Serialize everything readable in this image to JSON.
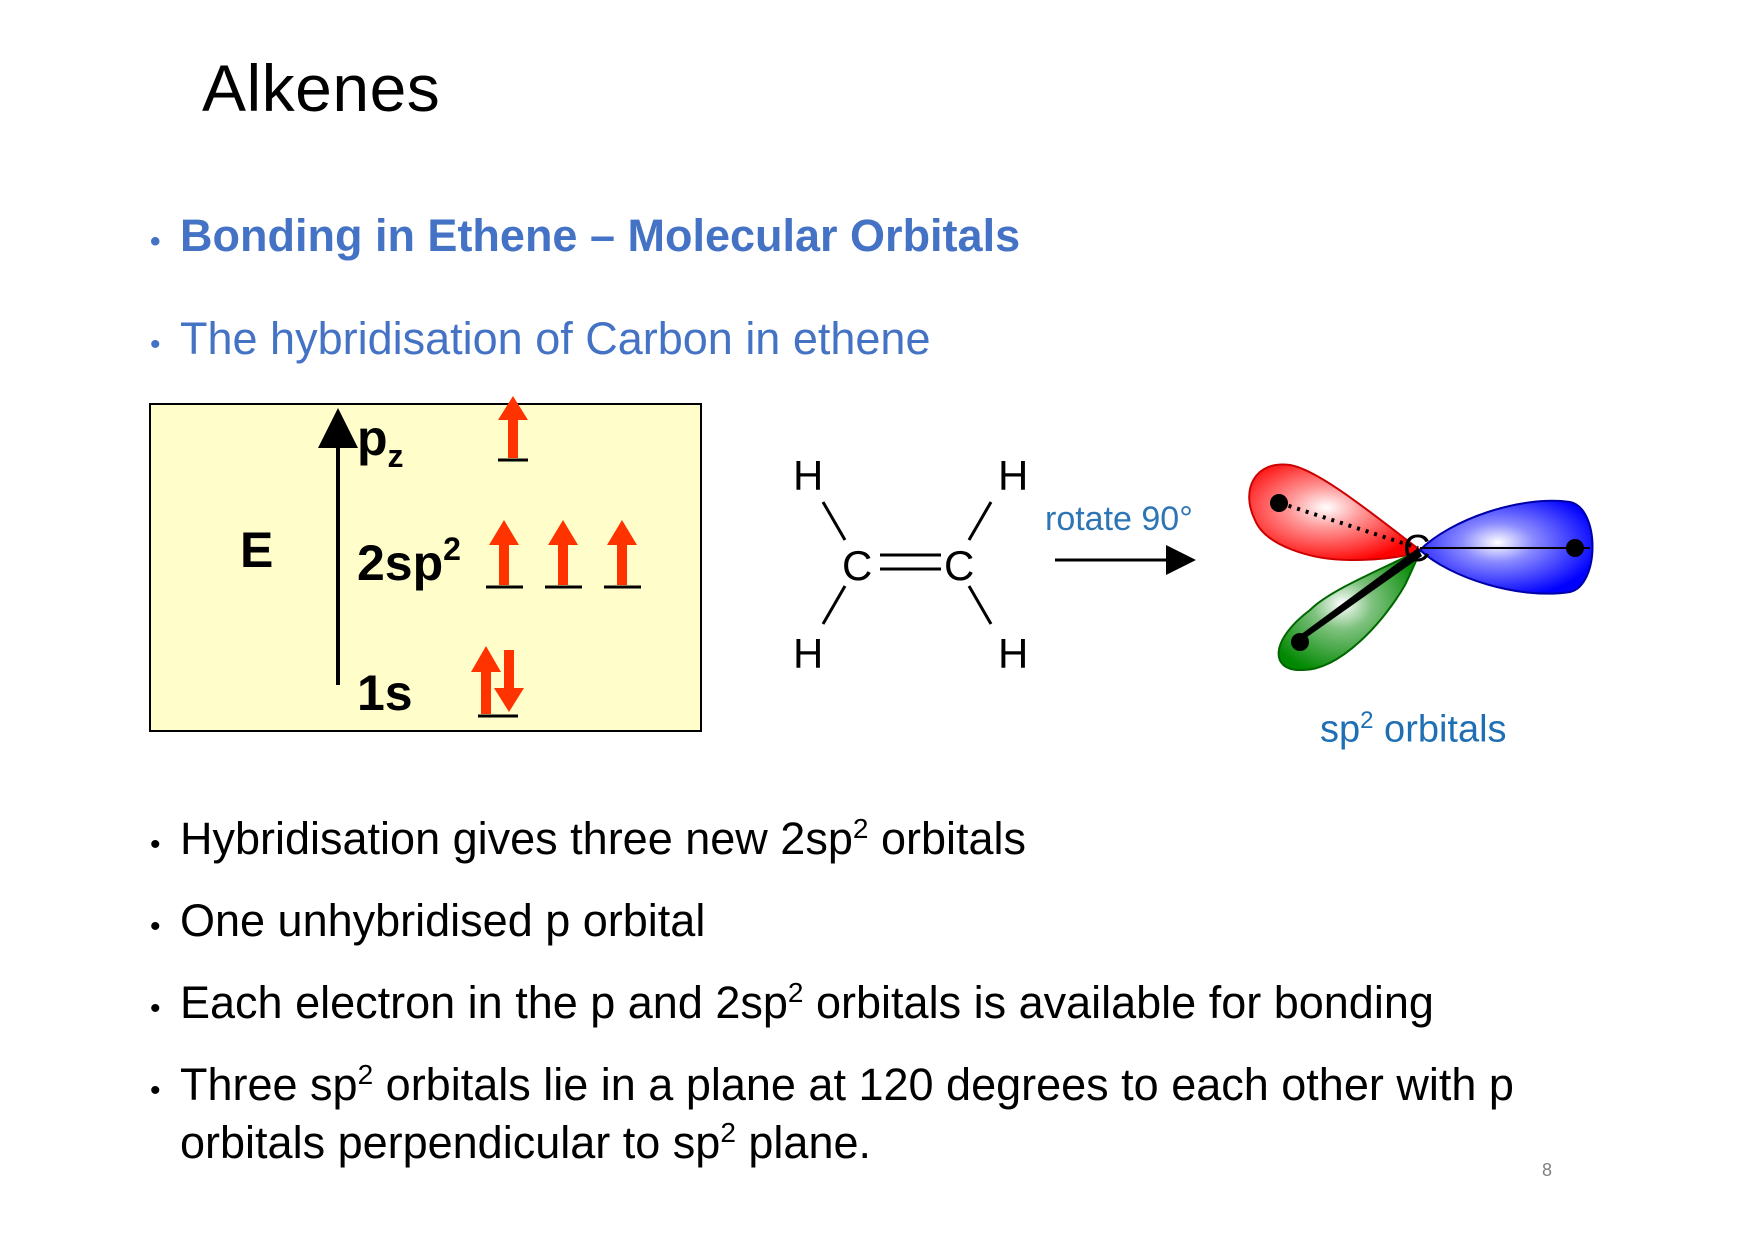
{
  "slide": {
    "title": "Alkenes",
    "heading": "Bonding in Ethene – Molecular Orbitals",
    "subheading": "The hybridisation of Carbon in ethene",
    "page_number": "8"
  },
  "energy_diagram": {
    "axis_label": "E",
    "levels": [
      {
        "label": "p",
        "subscript": "z",
        "electrons": [
          "up"
        ]
      },
      {
        "label": "2sp",
        "superscript": "2",
        "electrons": [
          "up",
          "up",
          "up"
        ]
      },
      {
        "label": "1s",
        "electrons": [
          "up",
          "down"
        ]
      }
    ],
    "arrow_color": "#FF3300"
  },
  "ethene_structure": {
    "atoms": {
      "h_top_left": "H",
      "h_top_right": "H",
      "h_bottom_left": "H",
      "h_bottom_right": "H",
      "c_left": "C",
      "c_right": "C"
    }
  },
  "rotate_arrow": {
    "label": "rotate 90°"
  },
  "orbital_figure": {
    "center_atom": "C",
    "caption_prefix": "sp",
    "caption_sup": "2",
    "caption_suffix": " orbitals",
    "lobe_colors": {
      "red": "#FF0000",
      "green": "#009900",
      "blue": "#0000FF"
    }
  },
  "body_bullets": [
    {
      "before": "Hybridisation gives three new 2sp",
      "sup": "2",
      "after": " orbitals"
    },
    {
      "before": "One unhybridised p orbital",
      "sup": "",
      "after": ""
    },
    {
      "before": "Each electron in the p and 2sp",
      "sup": "2",
      "after": " orbitals is available for bonding"
    },
    {
      "before": "Three sp",
      "sup": "2",
      "after": " orbitals lie in a plane at 120 degrees to each other with p orbitals perpendicular to sp",
      "sup2": "2",
      "after2": " plane."
    }
  ]
}
